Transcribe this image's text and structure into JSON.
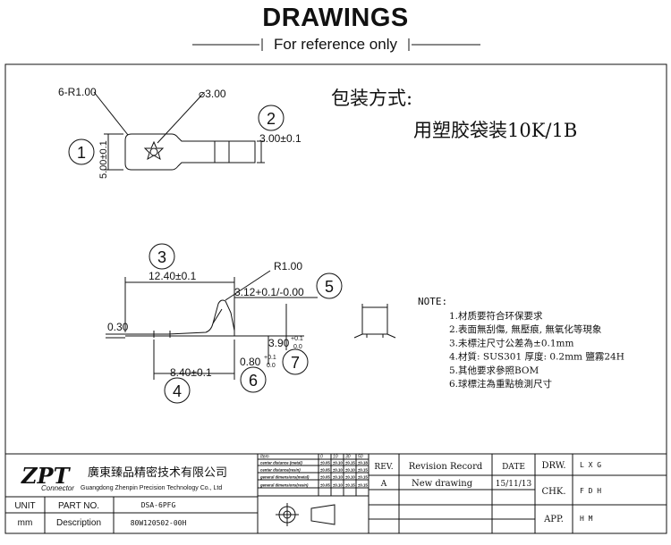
{
  "header": {
    "title": "DRAWINGS",
    "subtitle": "For reference only"
  },
  "top_view": {
    "radius_label": "6-R1.00",
    "hole_label": "⌀3.00",
    "height_label": "5.00±0.1",
    "tail_label": "3.00±0.1",
    "balloon_1": "1",
    "balloon_2": "2"
  },
  "packaging": {
    "line1": "包装方式:",
    "line2": "用塑胶袋装10K/1B"
  },
  "side_view": {
    "length_label": "12.40±0.1",
    "radius_label": "R1.00",
    "spring_label": "3.12+0.1/-0.00",
    "thickness_label": "0.30",
    "height_label": "3.90",
    "height_tol_upper": "+0.1",
    "height_tol_lower": "0.0",
    "foot_label": "0.80",
    "foot_tol_upper": "+0.1",
    "foot_tol_lower": "0.0",
    "base_label": "8.40±0.1",
    "balloon_3": "3",
    "balloon_4": "4",
    "balloon_5": "5",
    "balloon_6": "6",
    "balloon_7": "7"
  },
  "notes": {
    "heading": "NOTE:",
    "items": [
      "1.材质要符合环保要求",
      "2.表面無刮傷, 無壓痕, 無氧化等現象",
      "3.未標注尺寸公差為±0.1mm",
      "4.材質: SUS301 厚度: 0.2mm 鹽霧24H",
      "5.其他要求參照BOM",
      "6.球標注為重點檢測尺寸"
    ]
  },
  "title_block": {
    "logo": "ZPT",
    "logo_sub": "Connector",
    "company_cn": "廣東臻品精密技术有限公司",
    "company_en": "Guangdong Zhenpin Precision Technology Co., Ltd",
    "unit_label": "UNIT",
    "unit_value": "mm",
    "part_no_label": "PART NO.",
    "part_no_value": "DSA-6PFG",
    "description_label": "Description",
    "description_value": "80W120502-00H",
    "tolerance": {
      "header": [
        "Item",
        "0",
        "10",
        "30",
        "50"
      ],
      "rows": [
        [
          "center distance (metal)",
          "±0.05",
          "±0.10",
          "±0.15",
          "±0.18"
        ],
        [
          "center distance(resin)",
          "±0.05",
          "±0.10",
          "±0.10",
          "±0.15"
        ],
        [
          "general dimensions(metal)",
          "±0.05",
          "±0.10",
          "±0.10",
          "±0.15"
        ],
        [
          "general dimensions(resin)",
          "±0.05",
          "±0.10",
          "±0.15",
          "±0.15"
        ]
      ]
    },
    "rev_label": "REV.",
    "revision_record_label": "Revision Record",
    "date_label": "DATE",
    "rev_value": "A",
    "revision_value": "New drawing",
    "date_value": "15/11/13",
    "drw_label": "DRW.",
    "drw_value": "L X G",
    "chk_label": "CHK.",
    "chk_value": "F D H",
    "app_label": "APP.",
    "app_value": "H M"
  }
}
